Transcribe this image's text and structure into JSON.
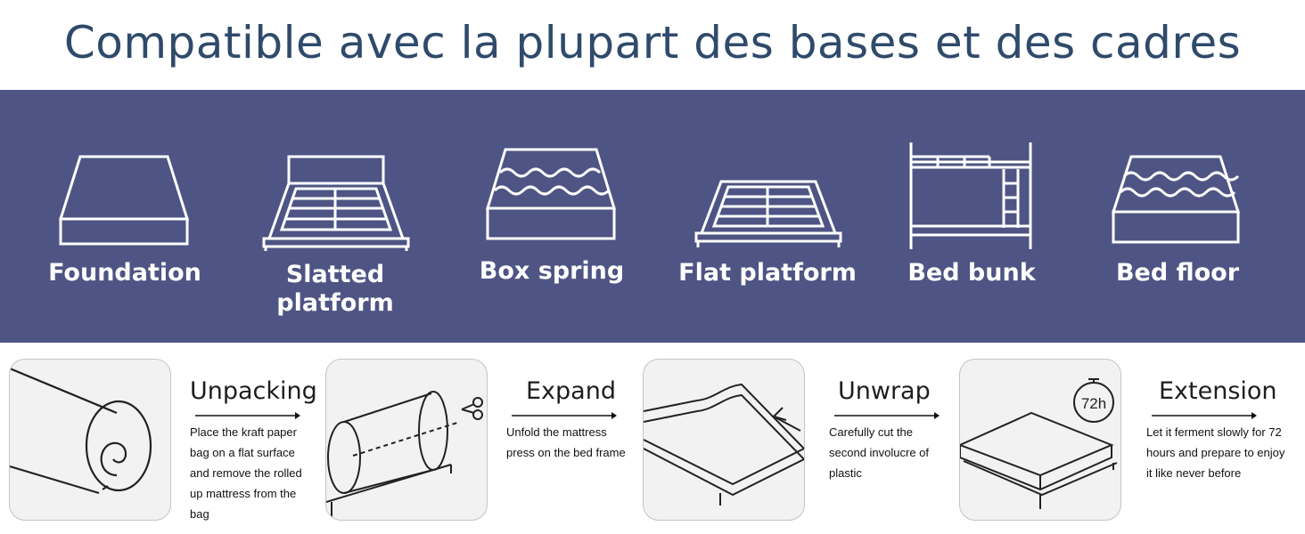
{
  "title": "Compatible avec la plupart des bases et des cadres",
  "bases": [
    {
      "label": "Foundation",
      "icon": "foundation-icon"
    },
    {
      "label": "Slatted platform",
      "icon": "slatted-platform-icon"
    },
    {
      "label": "Box spring",
      "icon": "box-spring-icon"
    },
    {
      "label": "Flat platform",
      "icon": "flat-platform-icon"
    },
    {
      "label": "Bed bunk",
      "icon": "bed-bunk-icon"
    },
    {
      "label": "Bed floor",
      "icon": "bed-floor-icon"
    }
  ],
  "steps": [
    {
      "title": "Unpacking",
      "description": "Place the kraft paper bag on a flat surface and remove the rolled up mattress from the bag"
    },
    {
      "title": "Expand",
      "description": "Unfold the mattress press on the bed frame"
    },
    {
      "title": "Unwrap",
      "description": "Carefully cut the second involucre of plastic"
    },
    {
      "title": "Extension",
      "description": "Let it ferment slowly for 72 hours and prepare to enjoy it like never before"
    }
  ],
  "timer_label": "72h",
  "colors": {
    "band": "#4e5584",
    "title": "#2f4a6b",
    "label": "#ffffff"
  }
}
